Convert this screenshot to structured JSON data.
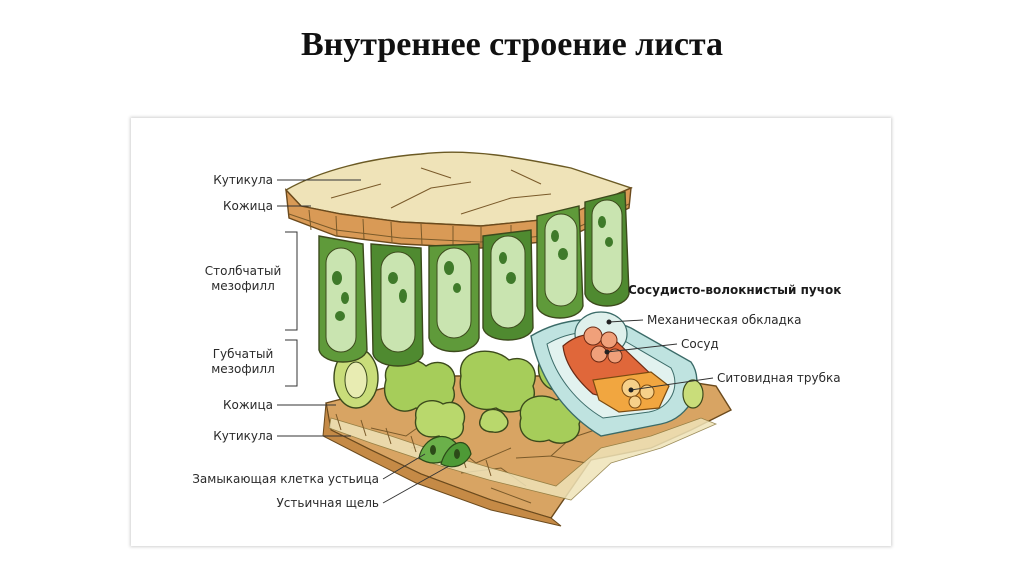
{
  "slide": {
    "title": "Внутреннее строение листа"
  },
  "diagram": {
    "labels": {
      "cuticle_top": "Кутикула",
      "epidermis_top": "Кожица",
      "palisade_line1": "Столбчатый",
      "palisade_line2": "мезофилл",
      "spongy_line1": "Губчатый",
      "spongy_line2": "мезофилл",
      "epidermis_bottom": "Кожица",
      "cuticle_bottom": "Кутикула",
      "guard_cell": "Замыкающая клетка устьица",
      "stomatal_pore": "Устьичная щель",
      "vascular_bundle": "Сосудисто-волокнистый пучок",
      "bundle_sheath": "Механическая обкладка",
      "vessel": "Сосуд",
      "sieve_tube": "Ситовидная трубка"
    },
    "colors": {
      "cuticle": "#efe3b8",
      "epidermis": "#d99a56",
      "palisade": "#5f9a3a",
      "palisade_light": "#c9e4b0",
      "spongy": "#a6cd5a",
      "lower_surface": "#d8a463",
      "bundle_outer": "#bfe3e0",
      "vessel": "#e0673a",
      "sieve": "#f1a640"
    }
  }
}
